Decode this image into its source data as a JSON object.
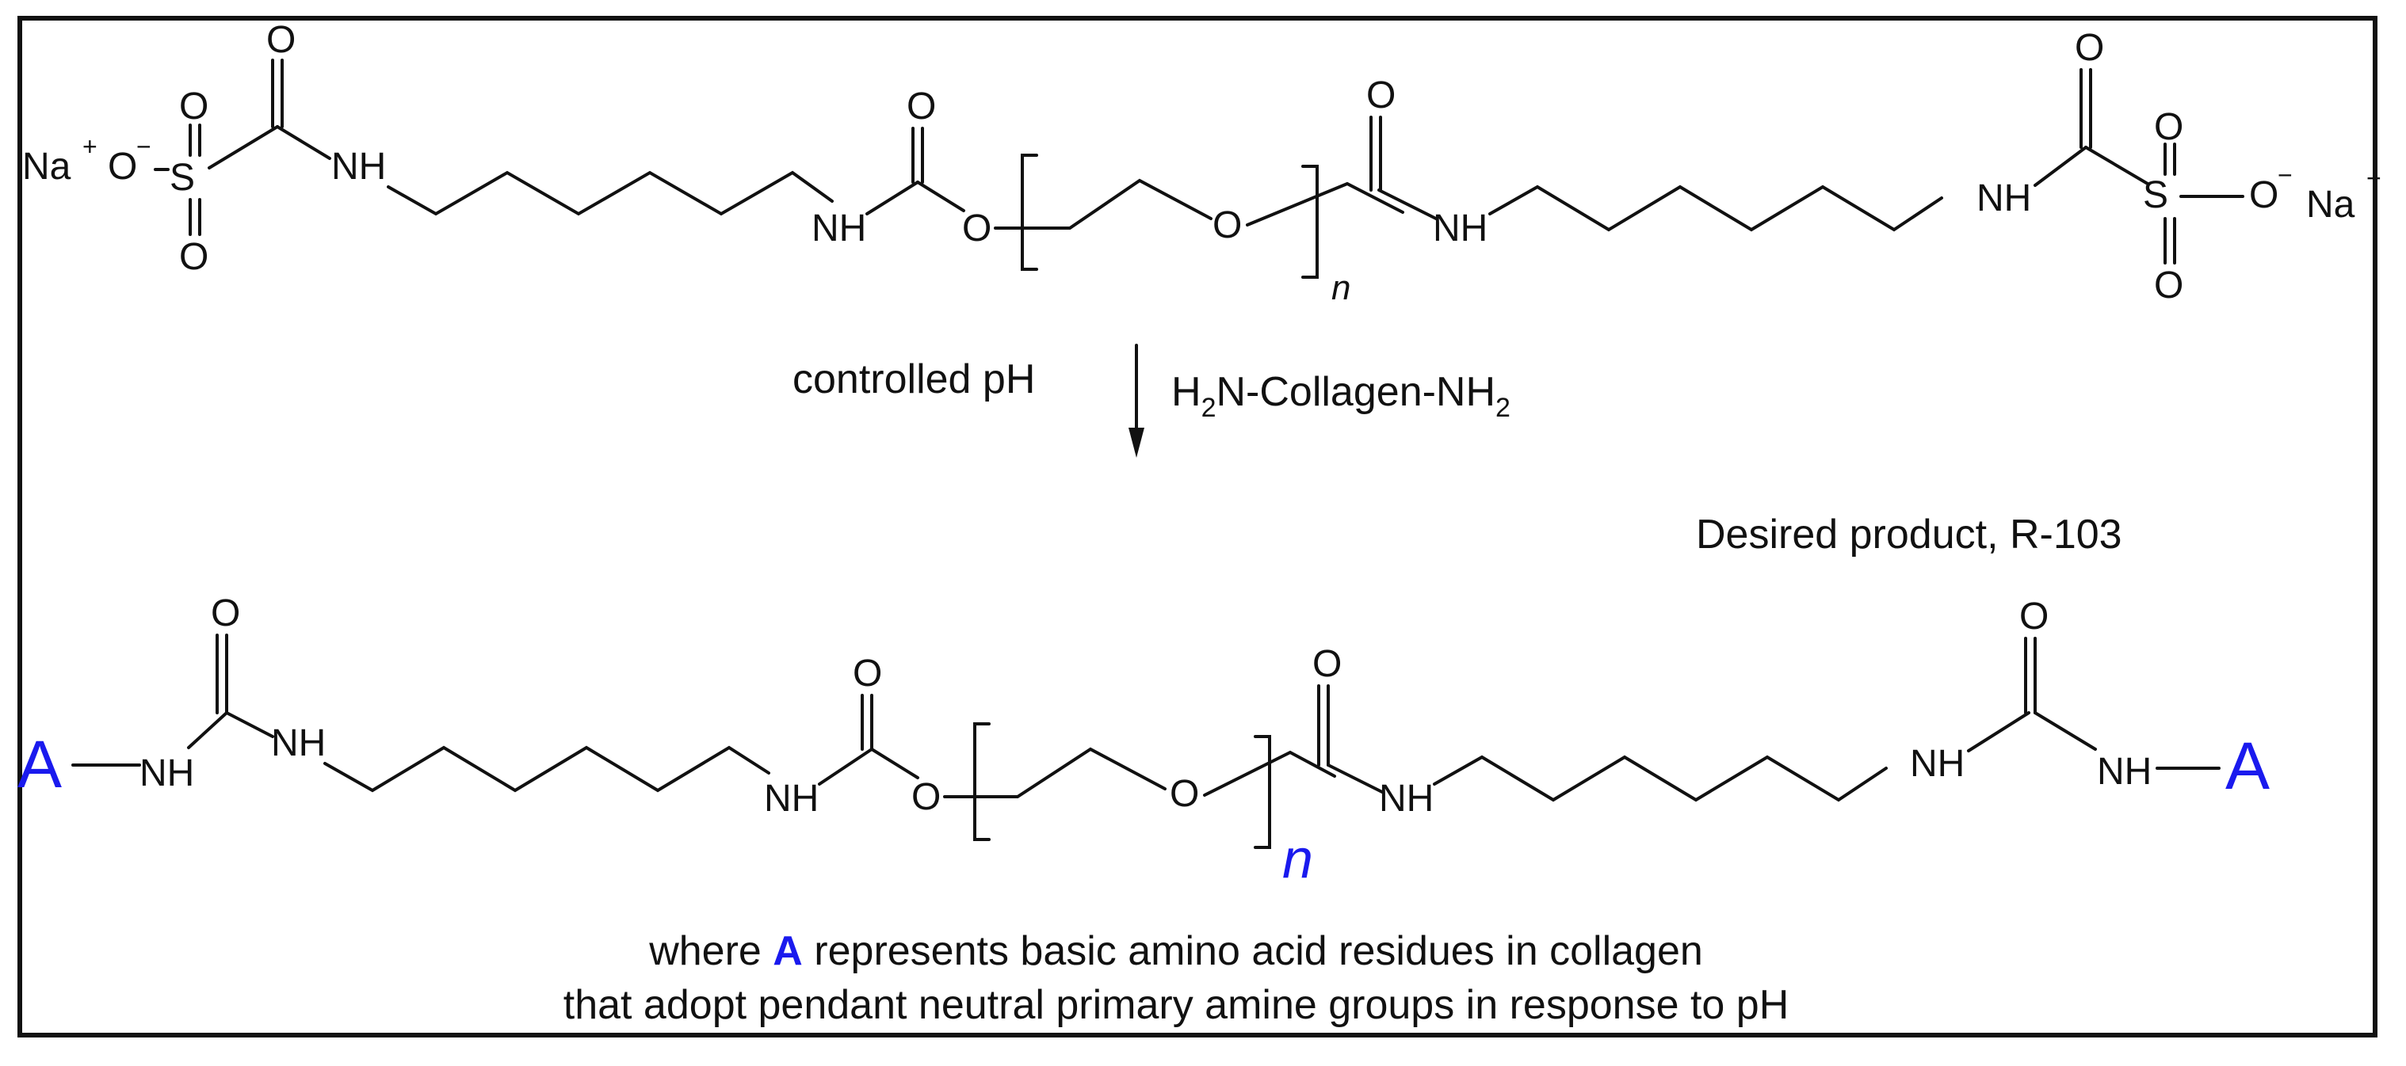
{
  "colors": {
    "accent": "#1a1aee",
    "ink": "#111111"
  },
  "top": {
    "na": "Na",
    "plus": "+",
    "minus": "−",
    "o": "O",
    "s": "S",
    "nh": "NH",
    "n": "n"
  },
  "reaction": {
    "condition_left": "controlled pH",
    "reagent_h": "H",
    "reagent_sub1": "2",
    "reagent_mid": "N-Collagen-NH",
    "reagent_sub2": "2"
  },
  "product": {
    "label": "Desired product, R-103",
    "end_group": "A",
    "nh": "NH",
    "o": "O",
    "n": "n"
  },
  "caption": {
    "line1_pre": "where ",
    "line1_a": "A",
    "line1_post": " represents basic amino acid residues in collagen",
    "line2": "that adopt pendant neutral primary amine groups in response to pH"
  }
}
